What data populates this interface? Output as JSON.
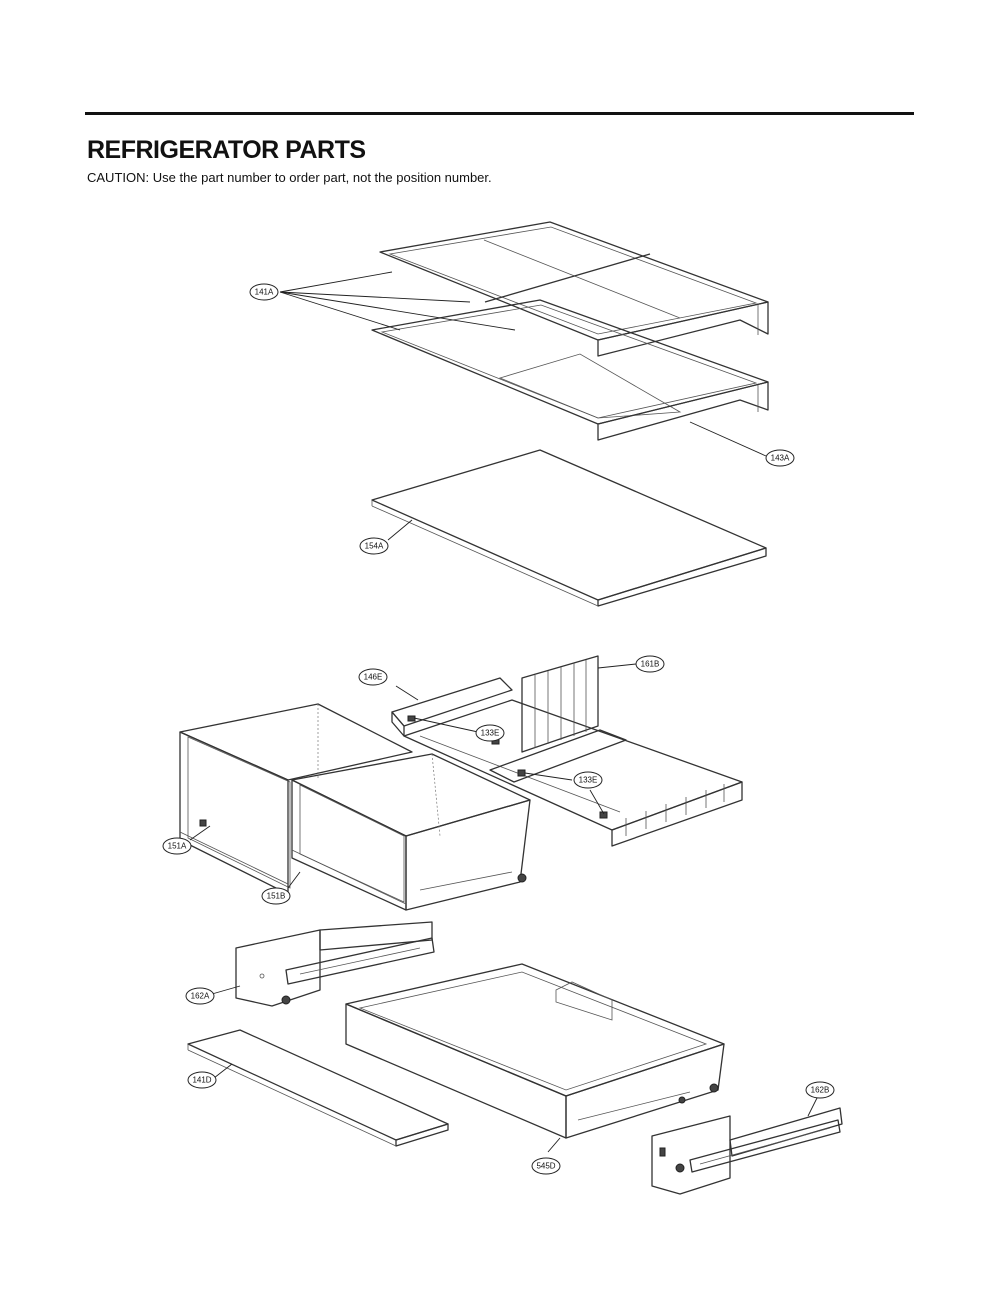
{
  "header": {
    "title": "REFRIGERATOR PARTS",
    "caution": "CAUTION: Use the part number to order part, not the position number."
  },
  "callouts": {
    "c141A": "141A",
    "c143A": "143A",
    "c154A": "154A",
    "c146E": "146E",
    "c161B": "161B",
    "c133E_1": "133E",
    "c133E_2": "133E",
    "c151A": "151A",
    "c151B": "151B",
    "c162A": "162A",
    "c141D": "141D",
    "c545D": "545D",
    "c162B": "162B"
  }
}
